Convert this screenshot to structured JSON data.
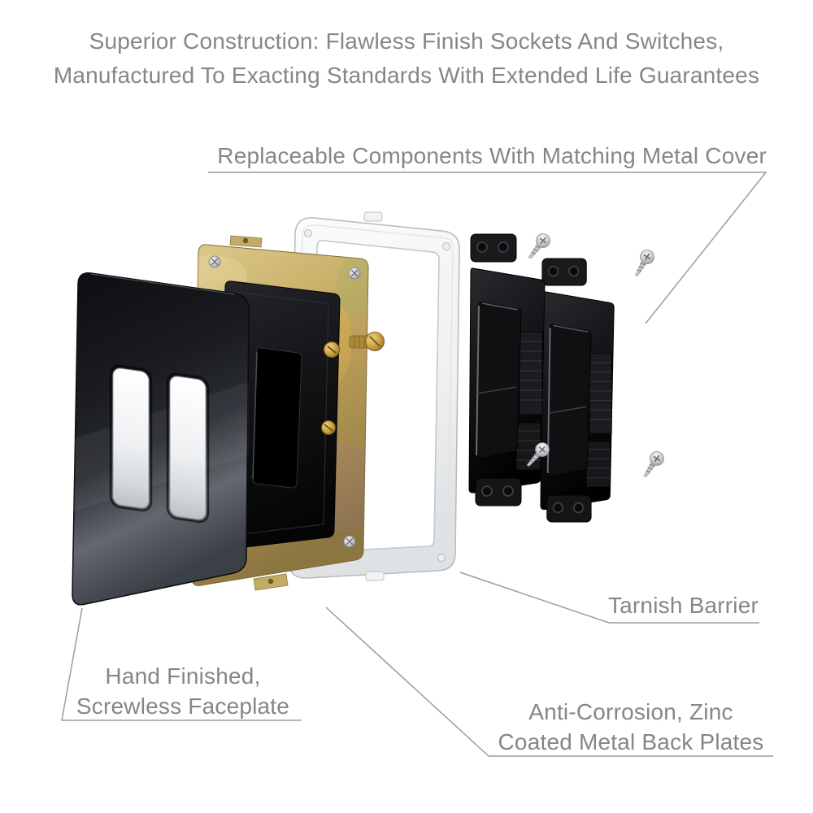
{
  "page": {
    "background": "#ffffff"
  },
  "heading": {
    "line1": "Superior Construction: Flawless Finish Sockets And Switches,",
    "line2": "Manufactured To Exacting Standards With Extended Life Guarantees"
  },
  "callouts": {
    "replaceable": {
      "text": "Replaceable Components With Matching Metal Cover"
    },
    "tarnish": {
      "text": "Tarnish Barrier"
    },
    "hand_finished": {
      "line1": "Hand Finished,",
      "line2": "Screwless Faceplate"
    },
    "anti_corrosion": {
      "line1": "Anti-Corrosion, Zinc",
      "line2": "Coated Metal Back Plates"
    }
  },
  "diagram": {
    "parts": [
      {
        "id": "faceplate",
        "label": "Screwless black nickel faceplate with two rocker cutouts"
      },
      {
        "id": "back-plate",
        "label": "Zinc coated metal back plate with black mechanism housing"
      },
      {
        "id": "tarnish-barrier",
        "label": "Clear tarnish barrier frame"
      },
      {
        "id": "switch-modules",
        "label": "Two black replaceable rocker switch modules"
      },
      {
        "id": "fixing-screws",
        "label": "Four silver fixing screws"
      }
    ]
  },
  "colors": {
    "text_gray": "#85868a",
    "leader_line_gray": "#9c9c9c",
    "faceplate_black_nickel": "#1b1d21",
    "zinc_gold": "#c3a65f",
    "module_black": "#121214",
    "barrier_white": "#eff1f2",
    "brass": "#c49a3e",
    "screw_silver": "#c9cbce"
  }
}
